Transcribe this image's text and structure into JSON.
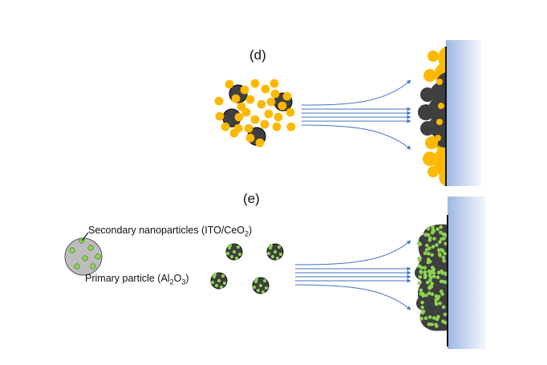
{
  "panels": [
    {
      "label": "(d)"
    },
    {
      "label": "(e)"
    }
  ],
  "legend": {
    "secondary": {
      "prefix": "Secondary nanoparticles (ITO/CeO",
      "sub": "2",
      "suffix": ")"
    },
    "primary": {
      "prefix": "Primary particle (Al",
      "sub1": "2",
      "mid": "O",
      "sub2": "3",
      "suffix": ")"
    }
  },
  "colors": {
    "yellow": "#FFB800",
    "dark": "#3F3F3F",
    "green": "#8CD34F",
    "grey": "#BDBDBD",
    "arrow": "#4472C4",
    "substrate_light": "#F2F5FC",
    "substrate_dark": "#9DB7E4"
  }
}
